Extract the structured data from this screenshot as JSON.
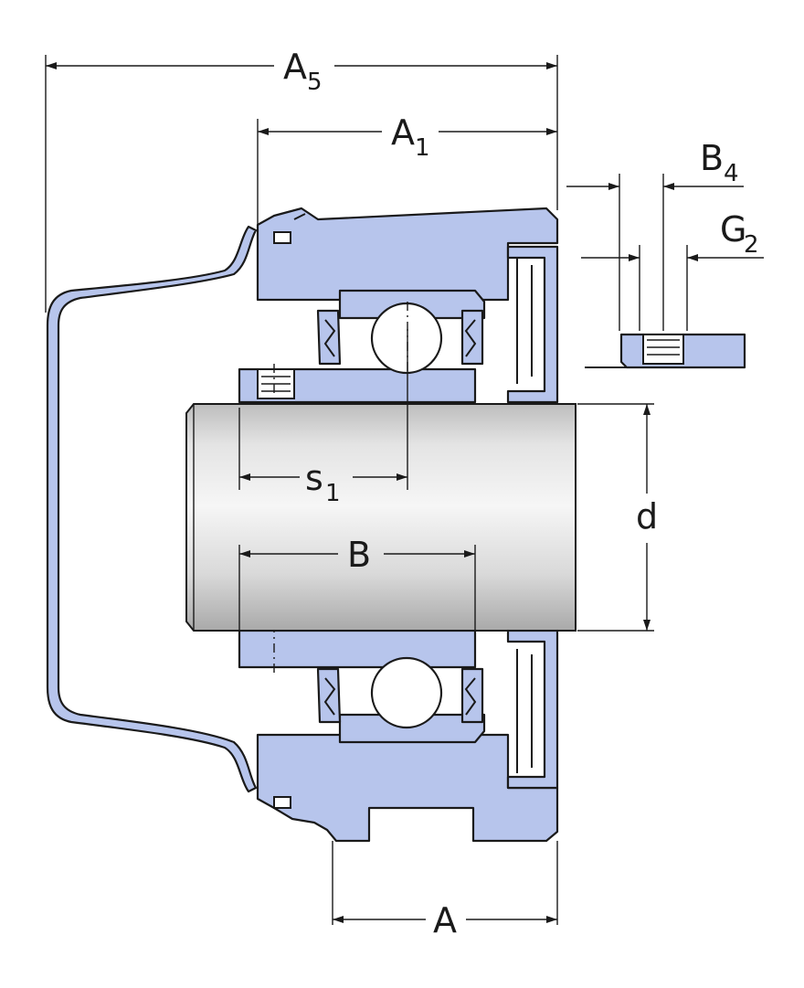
{
  "diagram": {
    "labels": {
      "A5": {
        "main": "A",
        "sub": "5"
      },
      "A1": {
        "main": "A",
        "sub": "1"
      },
      "B4": {
        "main": "B",
        "sub": "4"
      },
      "G2": {
        "main": "G",
        "sub": "2"
      },
      "s1": {
        "main": "s",
        "sub": "1"
      },
      "B": {
        "main": "B",
        "sub": ""
      },
      "d": {
        "main": "d",
        "sub": ""
      },
      "A": {
        "main": "A",
        "sub": ""
      }
    },
    "colors": {
      "housing": "#b7c5ec",
      "outline": "#1a1a1a",
      "shaft_light": "#f4f4f4",
      "shaft_dark": "#b9b9b9"
    }
  }
}
